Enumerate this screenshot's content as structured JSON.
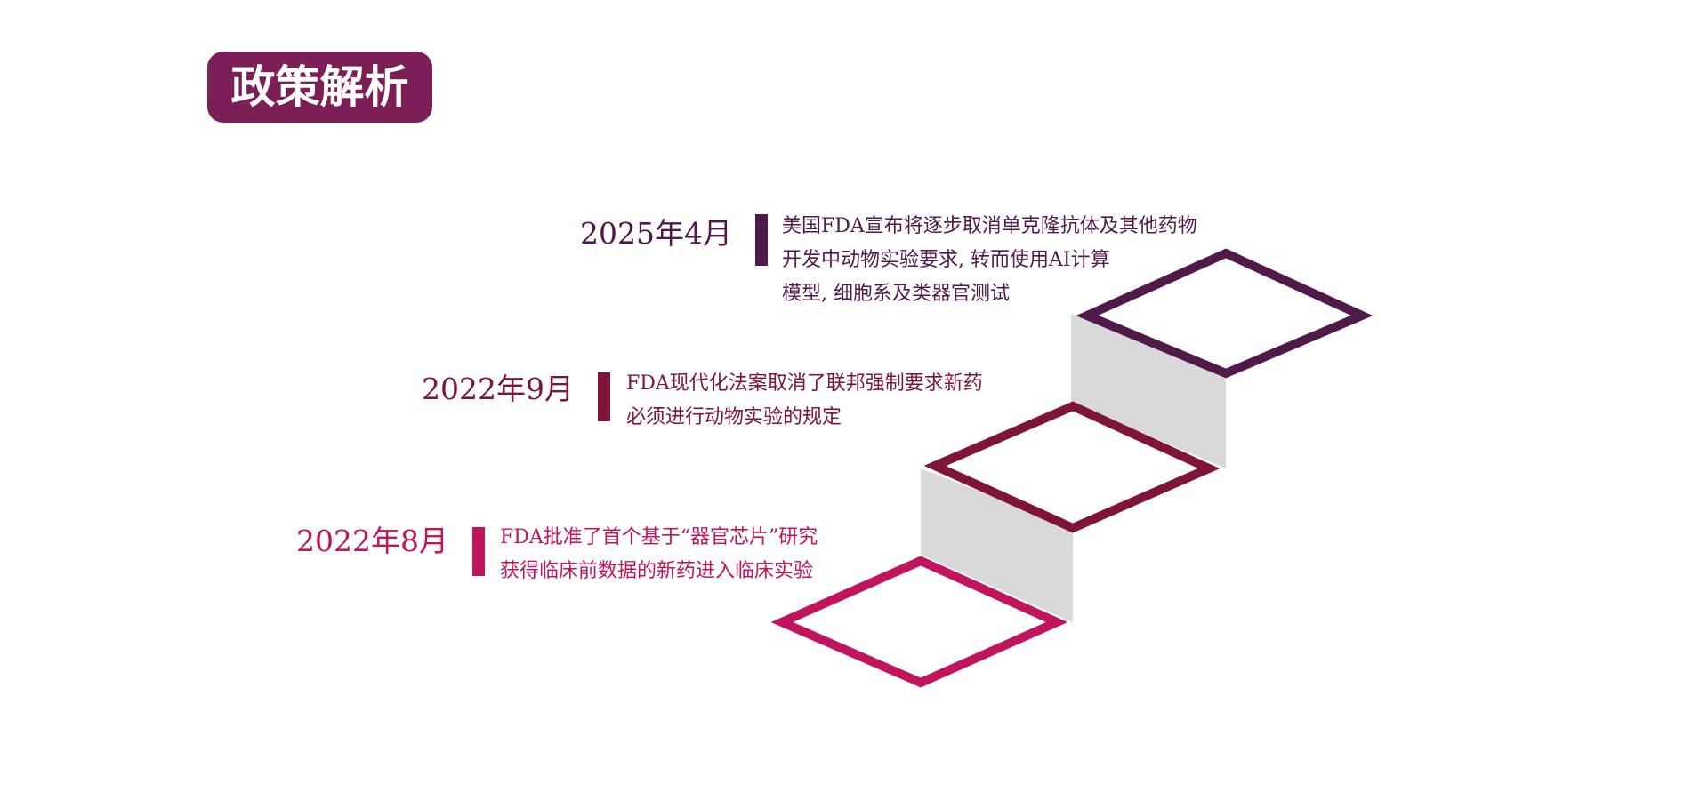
{
  "title": "政策解析",
  "colors": {
    "title_bg": "#7b1f56",
    "step1": "#4f1a4a",
    "step2": "#7e1437",
    "step3": "#c0145e",
    "panel": "#d9d9d9"
  },
  "events": [
    {
      "date": "2025年4月",
      "lines": [
        "美国FDA宣布将逐步取消单克隆抗体及其他药物",
        "开发中动物实验要求, 转而使用AI计算",
        "模型, 细胞系及类器官测试"
      ]
    },
    {
      "date": "2022年9月",
      "lines": [
        "FDA现代化法案取消了联邦强制要求新药",
        "必须进行动物实验的规定"
      ]
    },
    {
      "date": "2022年8月",
      "lines": [
        "FDA批准了首个基于“器官芯片”研究",
        "获得临床前数据的新药进入临床实验"
      ]
    }
  ]
}
